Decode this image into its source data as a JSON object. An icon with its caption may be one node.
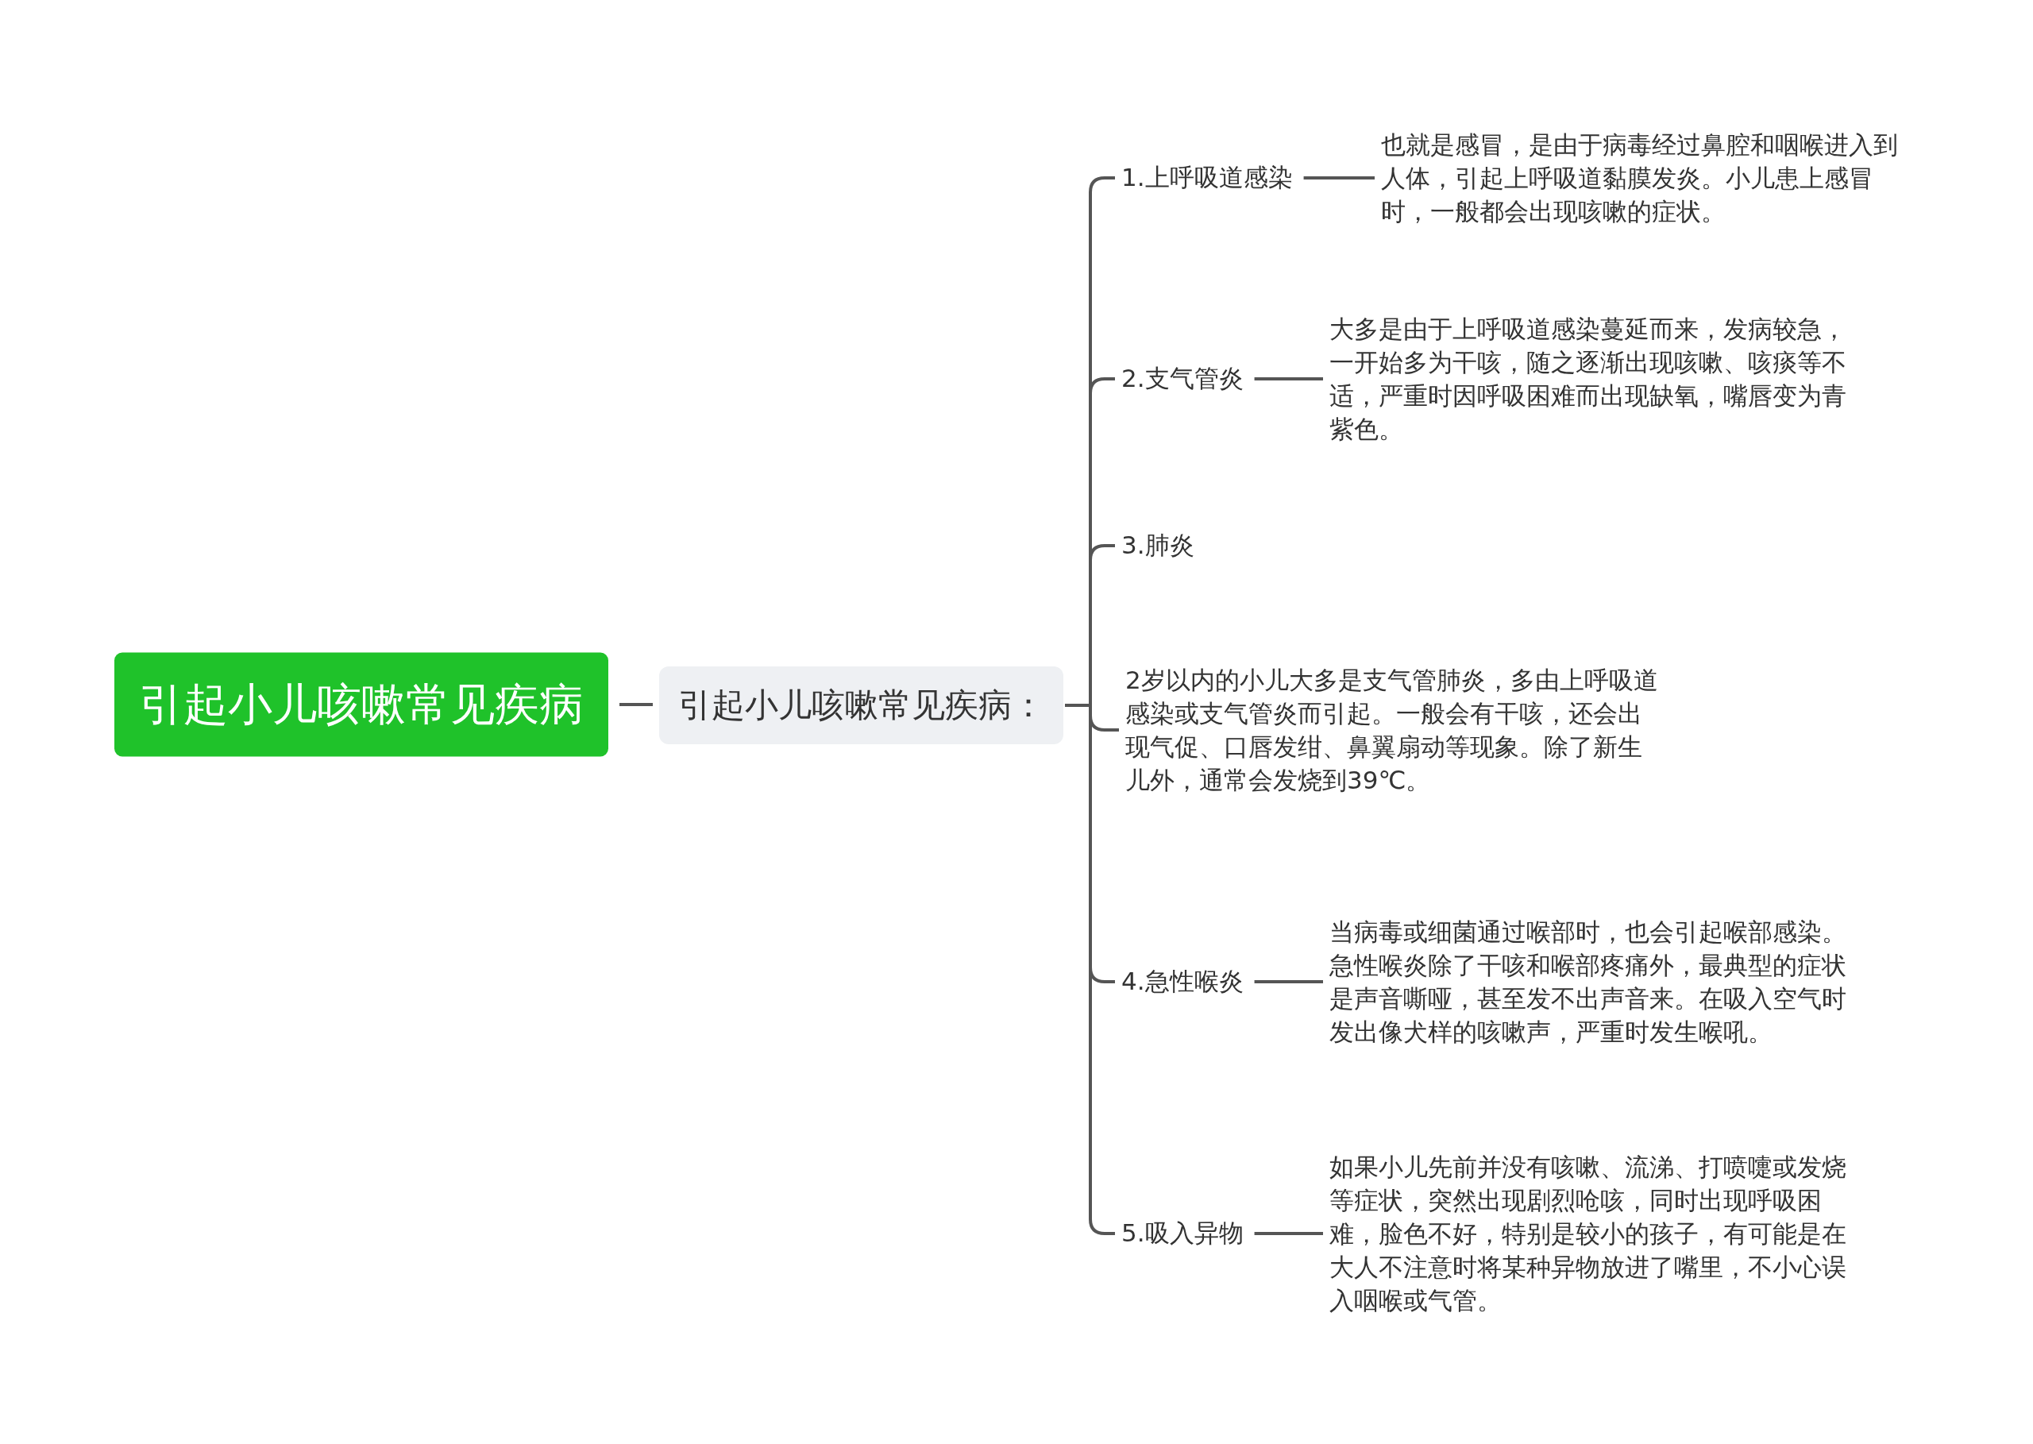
{
  "diagram": {
    "nodes": [
      {
        "text": [
          "引起小儿咳嗽常见疾病"
        ]
      },
      {
        "text": [
          "引起小儿咳嗽常见疾病："
        ]
      },
      {
        "text": [
          "1.上呼吸道感染"
        ]
      },
      {
        "text": [
          "也就是感冒，是由于病毒经过鼻腔和咽喉进入到人体，引起上呼吸道黏膜发炎。小儿患上感冒时，一般都会出现咳嗽的症状。"
        ]
      },
      {
        "text": [
          "2.支气管炎"
        ]
      },
      {
        "text": [
          "大多是由于上呼吸道感染蔓延而来，发病较急，一开始多为干咳，随之逐渐出现咳嗽、咳痰等不适，严重时因呼吸困难而出现缺氧，嘴唇变为青紫色。"
        ]
      },
      {
        "text": [
          "3.肺炎"
        ]
      },
      {
        "text": [
          "2岁以内的小儿大多是支气管肺炎，多由上呼吸道感染或支气管炎而引起。一般会有干咳，还会出现气促、口唇发绀、鼻翼扇动等现象。除了新生儿外，通常会发烧到39℃。"
        ]
      },
      {
        "text": [
          "4.急性喉炎"
        ]
      },
      {
        "text": [
          "当病毒或细菌通过喉部时，也会引起喉部感染。急性喉炎除了干咳和喉部疼痛外，最典型的症状是声音嘶哑，甚至发不出声音来。在吸入空气时发出像犬样的咳嗽声，严重时发生喉吼。"
        ]
      },
      {
        "text": [
          "5.吸入异物"
        ]
      },
      {
        "text": [
          "如果小儿先前并没有咳嗽、流涕、打喷嚏或发烧等症状，突然出现剧烈呛咳，同时出现呼吸困难，脸色不好，特别是较小的孩子，有可能是在大人不注意时将某种异物放进了嘴里，不小心误入咽喉或气管。"
        ]
      }
    ],
    "edges": [
      {
        "from": 0,
        "to": 1,
        "arrow": "none"
      },
      {
        "from": 1,
        "to": 2,
        "arrow": "none"
      },
      {
        "from": 1,
        "to": 4,
        "arrow": "none"
      },
      {
        "from": 1,
        "to": 6,
        "arrow": "none"
      },
      {
        "from": 1,
        "to": 7,
        "arrow": "none"
      },
      {
        "from": 1,
        "to": 8,
        "arrow": "none"
      },
      {
        "from": 1,
        "to": 10,
        "arrow": "none"
      },
      {
        "from": 2,
        "to": 3,
        "arrow": "none"
      },
      {
        "from": 4,
        "to": 5,
        "arrow": "none"
      },
      {
        "from": 8,
        "to": 9,
        "arrow": "none"
      },
      {
        "from": 10,
        "to": 11,
        "arrow": "none"
      }
    ]
  }
}
